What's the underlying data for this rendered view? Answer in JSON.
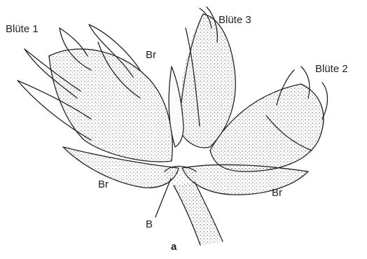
{
  "labels": {
    "bluete1": "Blüte 1",
    "bluete2": "Blüte 2",
    "bluete3": "Blüte 3",
    "br_top": "Br",
    "br_left": "Br",
    "br_right": "Br",
    "b": "B"
  },
  "caption": "a",
  "colors": {
    "ink": "#222222",
    "stipple": "#333333",
    "paper": "#ffffff"
  }
}
